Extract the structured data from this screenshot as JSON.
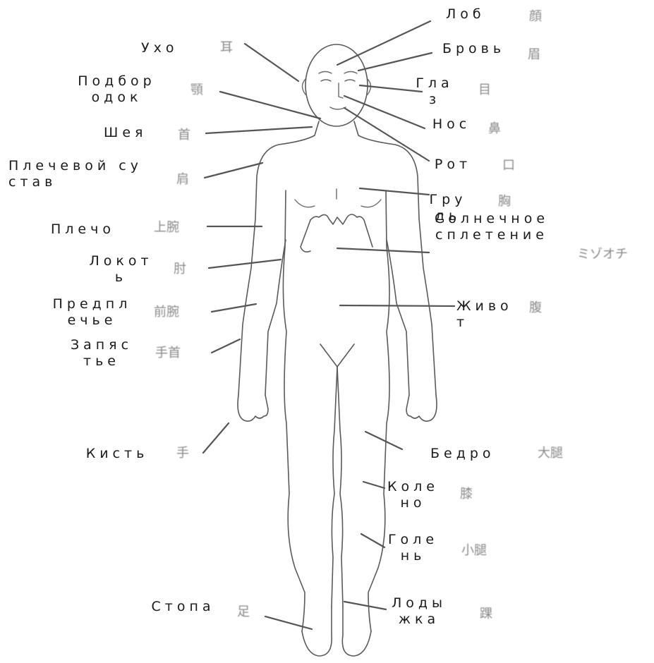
{
  "labels": {
    "forehead": {
      "ru": "Лоб",
      "jp": "顔"
    },
    "eyebrow": {
      "ru": "Бровь",
      "jp": "眉"
    },
    "eye": {
      "ru": "Глаз",
      "jp": "目"
    },
    "nose": {
      "ru": "Нос",
      "jp": "鼻"
    },
    "mouth": {
      "ru": "Рот",
      "jp": "口"
    },
    "chest": {
      "ru": "Грудь",
      "jp": "胸"
    },
    "solar_plexus": {
      "ru": "Солнечное сплетение",
      "jp": "ミゾオチ"
    },
    "belly": {
      "ru": "Живот",
      "jp": "腹"
    },
    "thigh": {
      "ru": "Бедро",
      "jp": "大腿"
    },
    "knee": {
      "ru": "Колено",
      "jp": "膝"
    },
    "shin": {
      "ru": "Голень",
      "jp": "小腿"
    },
    "ankle": {
      "ru": "Лодыжка",
      "jp": "踝"
    },
    "ear": {
      "ru": "Ухо",
      "jp": "耳"
    },
    "chin": {
      "ru": "Подбородок",
      "jp": "顎"
    },
    "neck": {
      "ru": "Шея",
      "jp": "首"
    },
    "shoulder_joint": {
      "ru": "Плечевой сустав",
      "jp": "肩"
    },
    "upper_arm": {
      "ru": "Плечо",
      "jp": "上腕"
    },
    "elbow": {
      "ru": "Локоть",
      "jp": "肘"
    },
    "forearm": {
      "ru": "Предплечье",
      "jp": "前腕"
    },
    "wrist": {
      "ru": "Запястье",
      "jp": "手首"
    },
    "hand": {
      "ru": "Кисть",
      "jp": "手"
    },
    "foot": {
      "ru": "Стопа",
      "jp": "足"
    }
  }
}
